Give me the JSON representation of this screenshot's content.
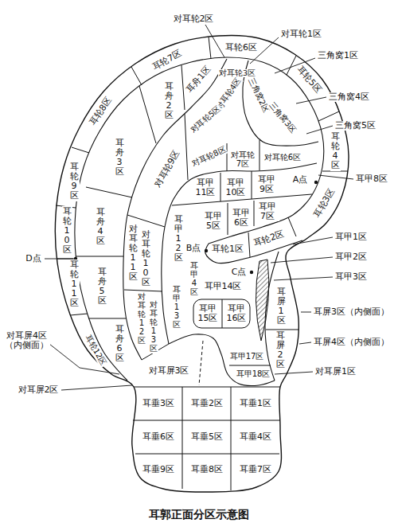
{
  "diagram": {
    "caption": "耳郭正面分区示意图",
    "labels": [
      "对耳轮2区",
      "对耳轮1区",
      "三角窝1区",
      "三角窝4区",
      "三角窝5区",
      "耳甲8区",
      "A点",
      "耳甲1区",
      "耳甲2区",
      "耳甲3区",
      "耳屏3区（内侧面）",
      "耳屏4区（内侧面）",
      "对耳屏1区",
      "D点",
      "对耳屏4区（内侧面）",
      "对耳屏2区",
      "耳轮6区",
      "耳轮7区",
      "耳轮8区",
      "耳轮9区",
      "耳轮10区",
      "耳轮11区",
      "耳轮12区",
      "耳轮5区",
      "耳轮4区",
      "耳轮3区",
      "耳轮2区",
      "耳轮1区",
      "耳舟1区",
      "耳舟2区",
      "耳舟3区",
      "耳舟4区",
      "耳舟5区",
      "耳舟6区",
      "对耳轮3区",
      "对耳轮4区",
      "对耳轮5区",
      "对耳轮9区",
      "对耳轮6区",
      "对耳轮7区",
      "对耳轮8区",
      "对耳轮11区",
      "对耳轮10区",
      "对耳轮12区",
      "对耳轮13区",
      "三角窝2区",
      "三角窝3区",
      "耳甲11区",
      "耳甲10区",
      "耳甲9区",
      "耳甲12区",
      "耳甲5区",
      "耳甲6区",
      "耳甲7区",
      "耳甲4区",
      "B点",
      "C点",
      "耳甲13区",
      "耳甲14区",
      "耳甲15区",
      "耳甲16区",
      "耳甲17区",
      "耳甲18区",
      "对耳屏3区",
      "耳屏1区",
      "耳屏2区",
      "耳垂3区",
      "耳垂2区",
      "耳垂1区",
      "耳垂6区",
      "耳垂5区",
      "耳垂4区",
      "耳垂9区",
      "耳垂8区",
      "耳垂7区"
    ]
  }
}
